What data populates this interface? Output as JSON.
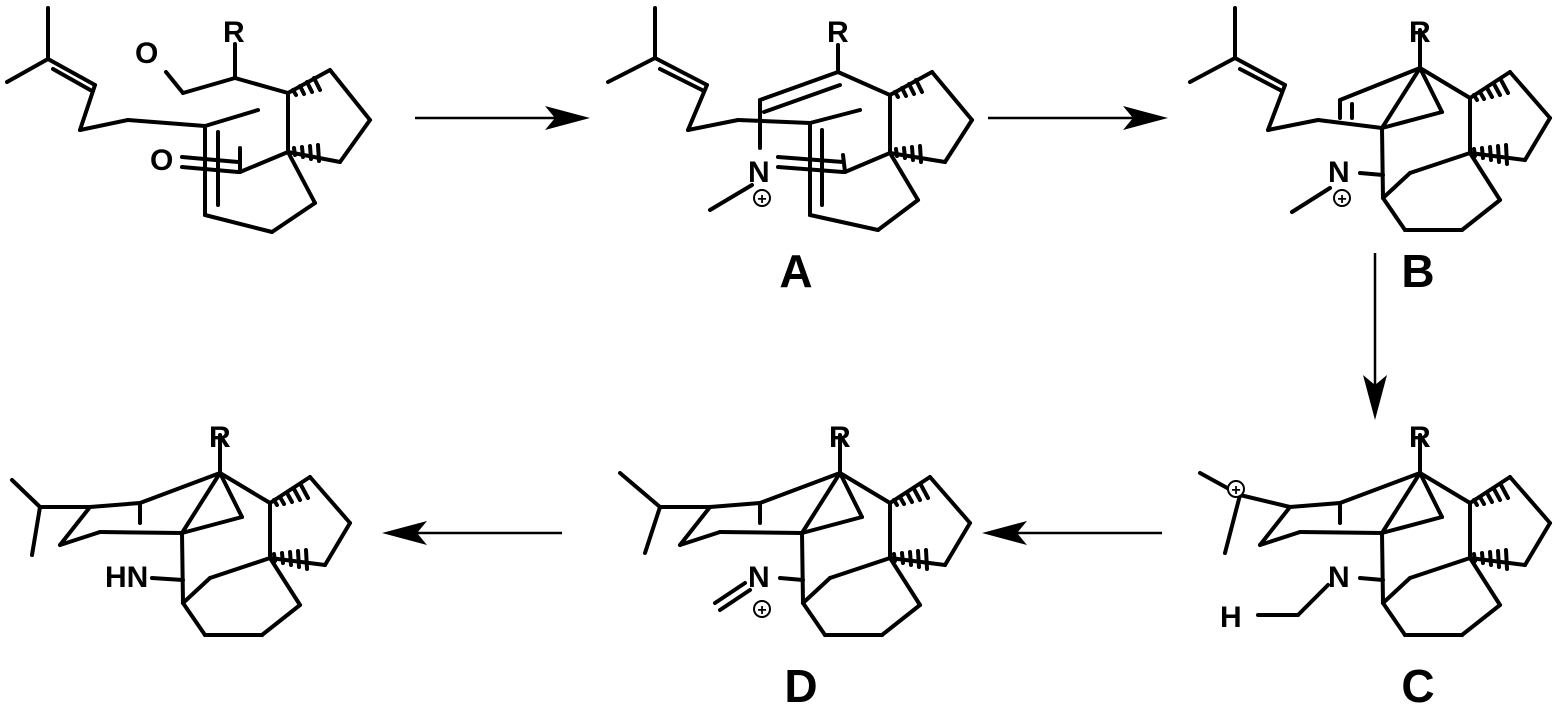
{
  "figure": {
    "atoms": {
      "oxygen": "O",
      "nitrogen": "N",
      "amine": "HN",
      "hydrogen": "H",
      "substituent": "R"
    },
    "charge": "+",
    "labels": {
      "a": "A",
      "b": "B",
      "c": "C",
      "d": "D"
    }
  }
}
